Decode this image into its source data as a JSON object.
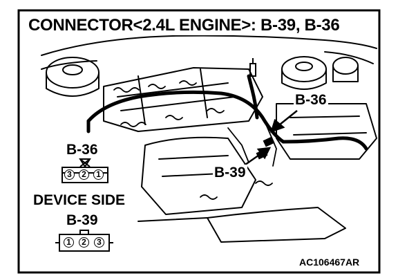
{
  "title": "CONNECTOR<2.4L ENGINE>: B-39, B-36",
  "callouts": {
    "b36": "B-36",
    "b39": "B-39"
  },
  "connector_b36": {
    "label": "B-36",
    "pins": [
      "3",
      "2",
      "1"
    ]
  },
  "device_side_label": "DEVICE SIDE",
  "connector_b39": {
    "label": "B-39",
    "pins": [
      "1",
      "2",
      "3"
    ]
  },
  "figure_id": "AC106467AR"
}
